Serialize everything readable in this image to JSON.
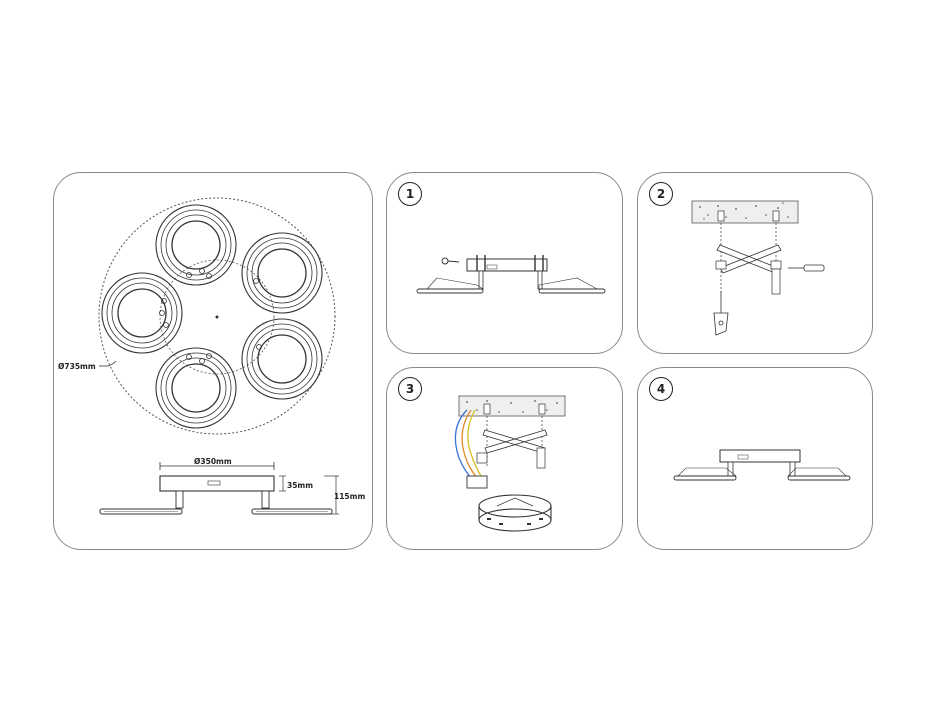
{
  "steps": [
    "1",
    "2",
    "3",
    "4"
  ],
  "dimensions": {
    "diameter_total": "Ø735mm",
    "diameter_base": "Ø350mm",
    "height_base": "35mm",
    "height_total": "115mm"
  },
  "colors": {
    "line": "#333333",
    "panel_border": "#8a8a8a",
    "wire_blue": "#3a6fd8",
    "wire_orange": "#e08a2a",
    "wire_yellow": "#d8c020"
  }
}
